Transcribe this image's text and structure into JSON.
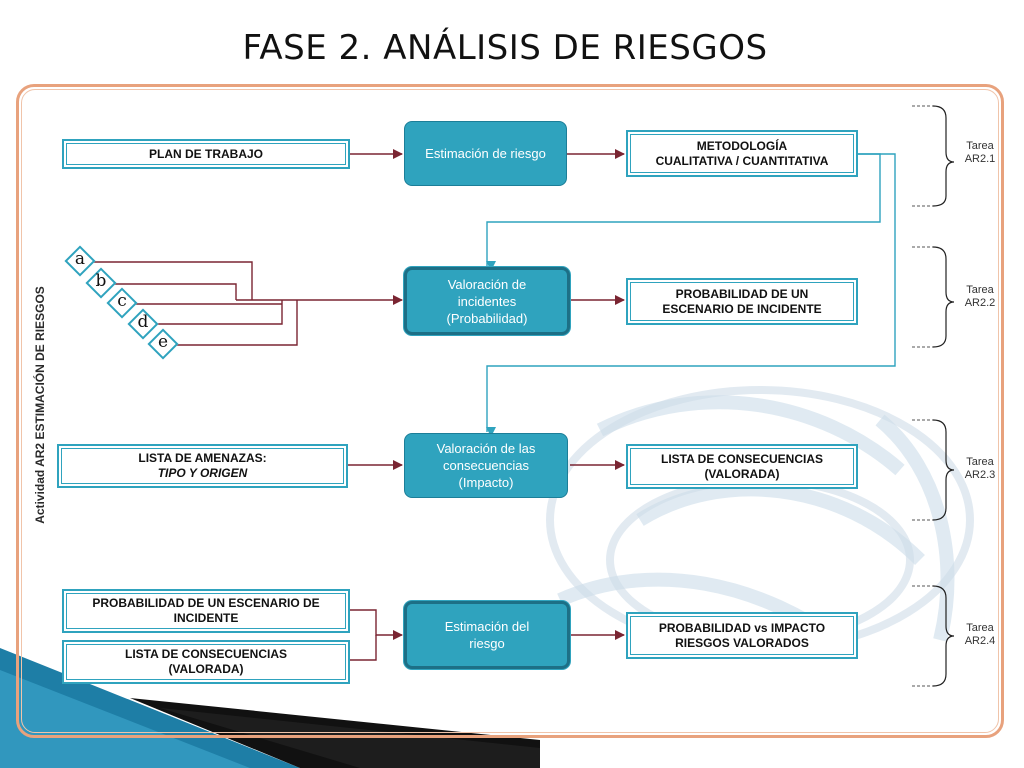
{
  "title": "FASE 2. ANÁLISIS DE RIESGOS",
  "activity_label": "Actividad AR2 ESTIMACIÓN DE RIESGOS",
  "inputs": {
    "plan_trabajo": "PLAN DE TRABAJO",
    "lista_amenazas_1": "LISTA DE AMENAZAS:",
    "lista_amenazas_2": "TIPO Y ORIGEN",
    "prob_escenario_1": "PROBABILIDAD DE UN ESCENARIO DE",
    "prob_escenario_2": "INCIDENTE",
    "lista_consec_1": "LISTA DE CONSECUENCIAS",
    "lista_consec_2": "(VALORADA)"
  },
  "processes": {
    "p1": "Estimación de riesgo",
    "p2_1": "Valoración de",
    "p2_2": "incidentes",
    "p2_3": "(Probabilidad)",
    "p3_1": "Valoración de las",
    "p3_2": "consecuencias",
    "p3_3": "(Impacto)",
    "p4_1": "Estimación del",
    "p4_2": "riesgo"
  },
  "outputs": {
    "o1_1": "METODOLOGÍA",
    "o1_2": "CUALITATIVA / CUANTITATIVA",
    "o2_1": "PROBABILIDAD DE UN",
    "o2_2": "ESCENARIO DE INCIDENTE",
    "o3_1": "LISTA DE CONSECUENCIAS",
    "o3_2": "(VALORADA)",
    "o4_1": "PROBABILIDAD vs IMPACTO",
    "o4_2": "RIESGOS VALORADOS"
  },
  "tasks": [
    {
      "line1": "Tarea",
      "line2": "AR2.1"
    },
    {
      "line1": "Tarea",
      "line2": "AR2.2"
    },
    {
      "line1": "Tarea",
      "line2": "AR2.3"
    },
    {
      "line1": "Tarea",
      "line2": "AR2.4"
    }
  ],
  "diamonds": [
    "a",
    "b",
    "c",
    "d",
    "e"
  ],
  "colors": {
    "box_border": "#2fa3be",
    "process_fill": "#2fa3be",
    "arrow_dark": "#7a2532",
    "arrow_blue": "#2fa3be",
    "frame": "#e8a27d"
  }
}
